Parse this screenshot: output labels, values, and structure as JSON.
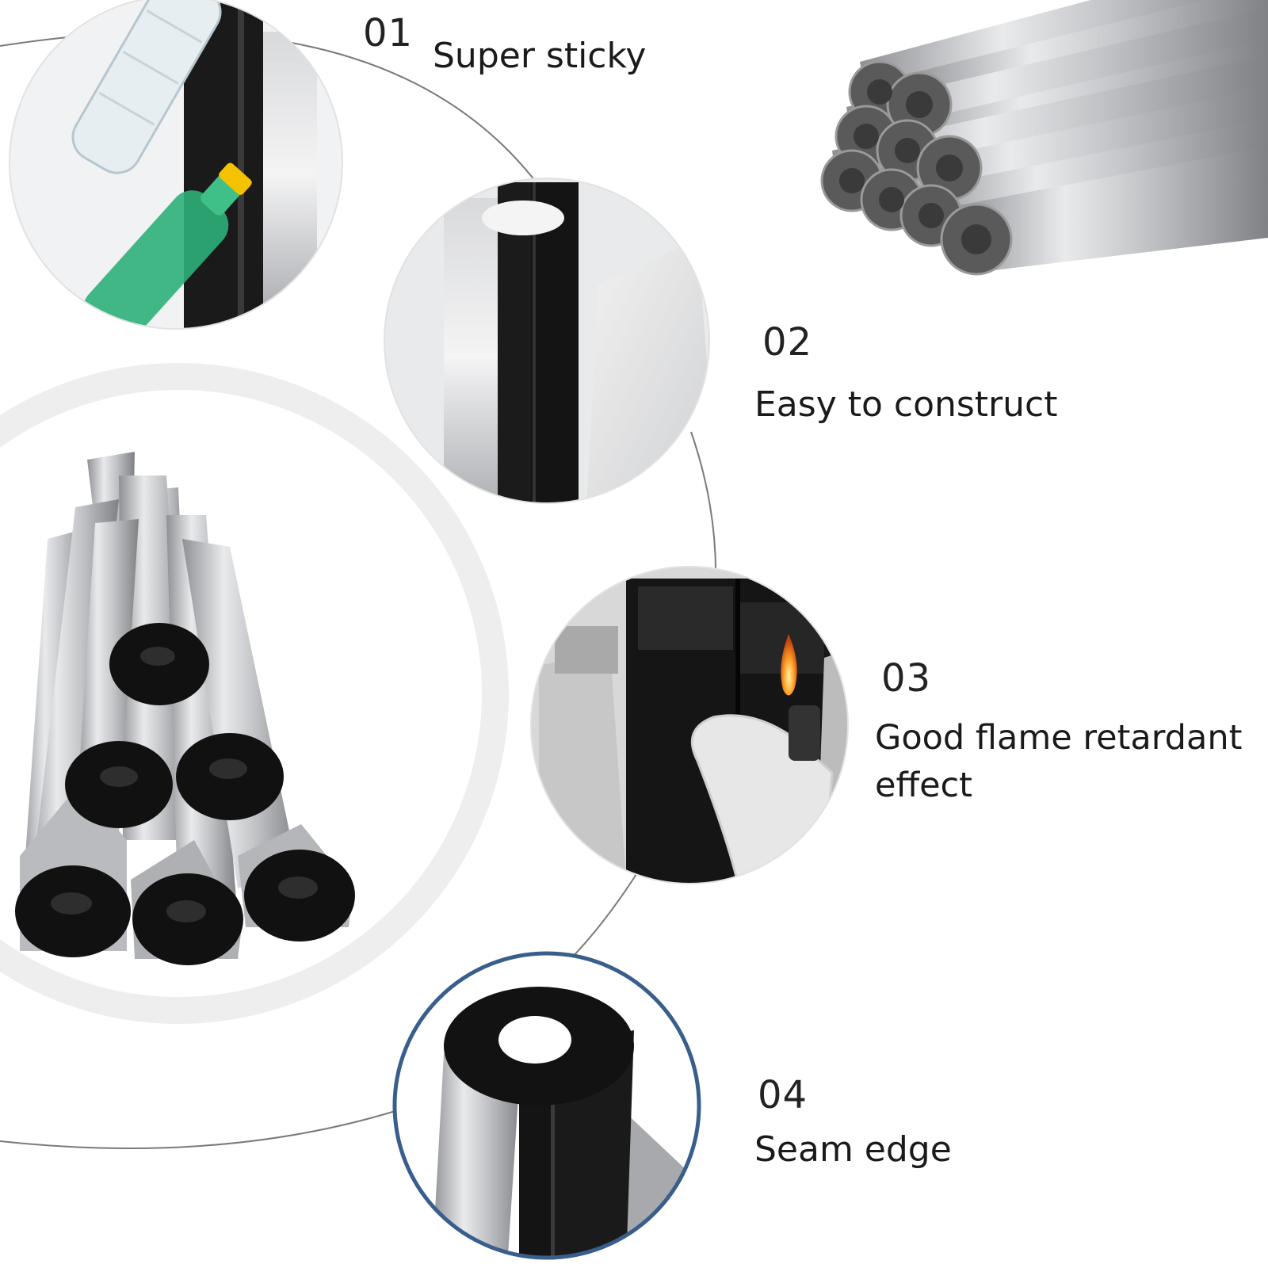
{
  "features": [
    {
      "number": "01",
      "title": "Super sticky"
    },
    {
      "number": "02",
      "title": "Easy to construct"
    },
    {
      "number": "03",
      "title_line1": "Good flame retardant",
      "title_line2": "effect"
    },
    {
      "number": "04",
      "title": "Seam edge"
    }
  ],
  "icons": {
    "bottles": "bottle-icon",
    "tube_bundle": "tube-bundle-icon",
    "flame": "flame-icon",
    "glove": "glove-icon"
  },
  "colors": {
    "foam_black": "#141414",
    "foil_silver": "#c9cbce",
    "bottle_green": "#2fb07a",
    "cap_yellow": "#f5c200",
    "flame_orange": "#ff8a1e",
    "ring_grey": "#eeeeee",
    "circle_border_blue": "#3a5e8c"
  }
}
